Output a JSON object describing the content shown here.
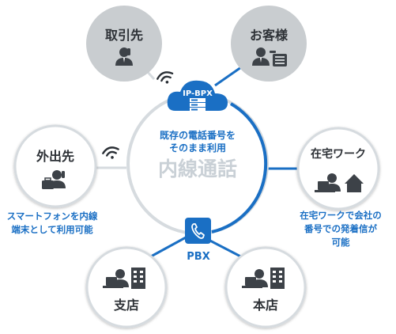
{
  "colors": {
    "accent_blue": "#1a6fc4",
    "node_gray": "#c9cdd0",
    "node_white": "#ffffff",
    "ring_gray": "#d6dbdf",
    "icon_dark": "#4a4f55",
    "muted_text": "#c9d0d6"
  },
  "nodes": {
    "partner": {
      "label": "取引先"
    },
    "customer": {
      "label": "お客様"
    },
    "remote": {
      "label": "外出先"
    },
    "home": {
      "label": "在宅ワーク"
    },
    "branch": {
      "label": "支店"
    },
    "headoffice": {
      "label": "本店"
    }
  },
  "center": {
    "cloud_label": "IP-BPX",
    "caption_line1": "既存の電話番号を",
    "caption_line2": "そのまま利用",
    "big_text": "内線通話",
    "pbx_label": "PBX"
  },
  "notes": {
    "remote_line1": "スマートフォンを内線",
    "remote_line2": "端末として利用可能",
    "home_line1": "在宅ワークで会社の",
    "home_line2": "番号での発着信が",
    "home_line3": "可能"
  }
}
